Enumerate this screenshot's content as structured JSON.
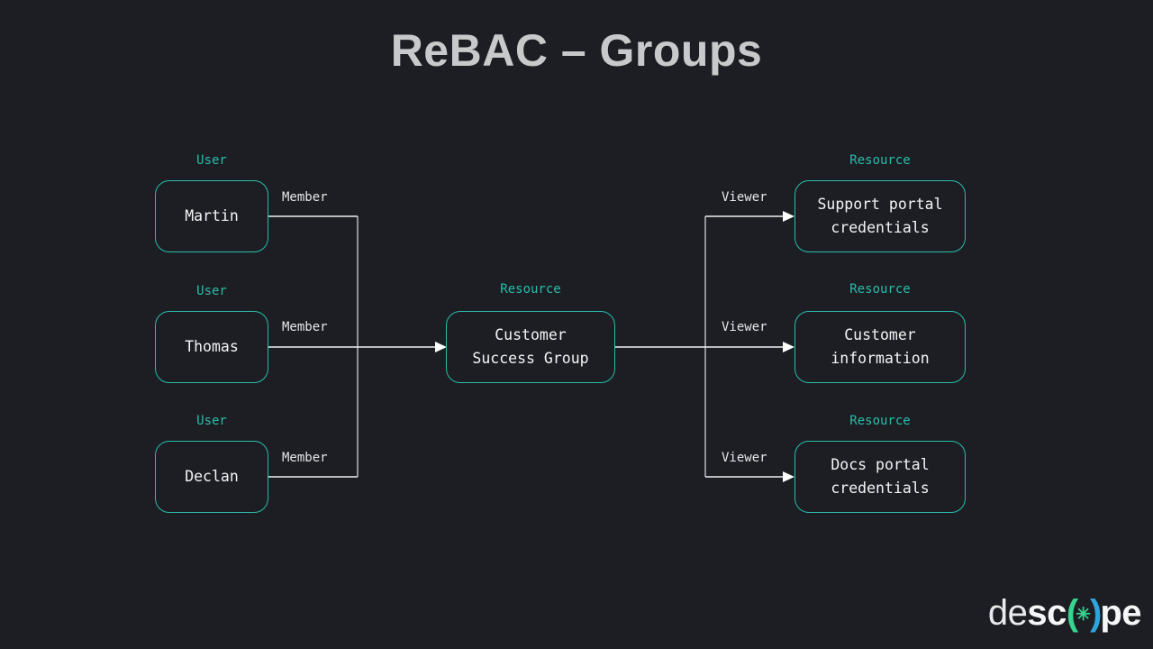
{
  "title": "ReBAC – Groups",
  "nodes": {
    "martin": {
      "type": "User",
      "name": "Martin"
    },
    "thomas": {
      "type": "User",
      "name": "Thomas"
    },
    "declan": {
      "type": "User",
      "name": "Declan"
    },
    "group": {
      "type": "Resource",
      "name": "Customer Success Group"
    },
    "support_portal": {
      "type": "Resource",
      "name": "Support portal credentials"
    },
    "customer_information": {
      "type": "Resource",
      "name": "Customer information"
    },
    "docs_portal": {
      "type": "Resource",
      "name": "Docs portal credentials"
    }
  },
  "edge_labels": {
    "member": "Member",
    "viewer": "Viewer"
  },
  "logo": {
    "de": "de",
    "sc": "sc",
    "o_left": "(",
    "o_star": "✳",
    "o_right": ")",
    "pe": "pe"
  },
  "colors": {
    "background": "#1c1e23",
    "accent_teal": "#2abcab",
    "arrow_line": "#f0f0f0",
    "connector_line": "#8f9298",
    "title_text": "#c8c9cb",
    "node_text": "#f4f5f6",
    "logo_green": "#3ad28f",
    "logo_blue": "#2ea3dc"
  }
}
